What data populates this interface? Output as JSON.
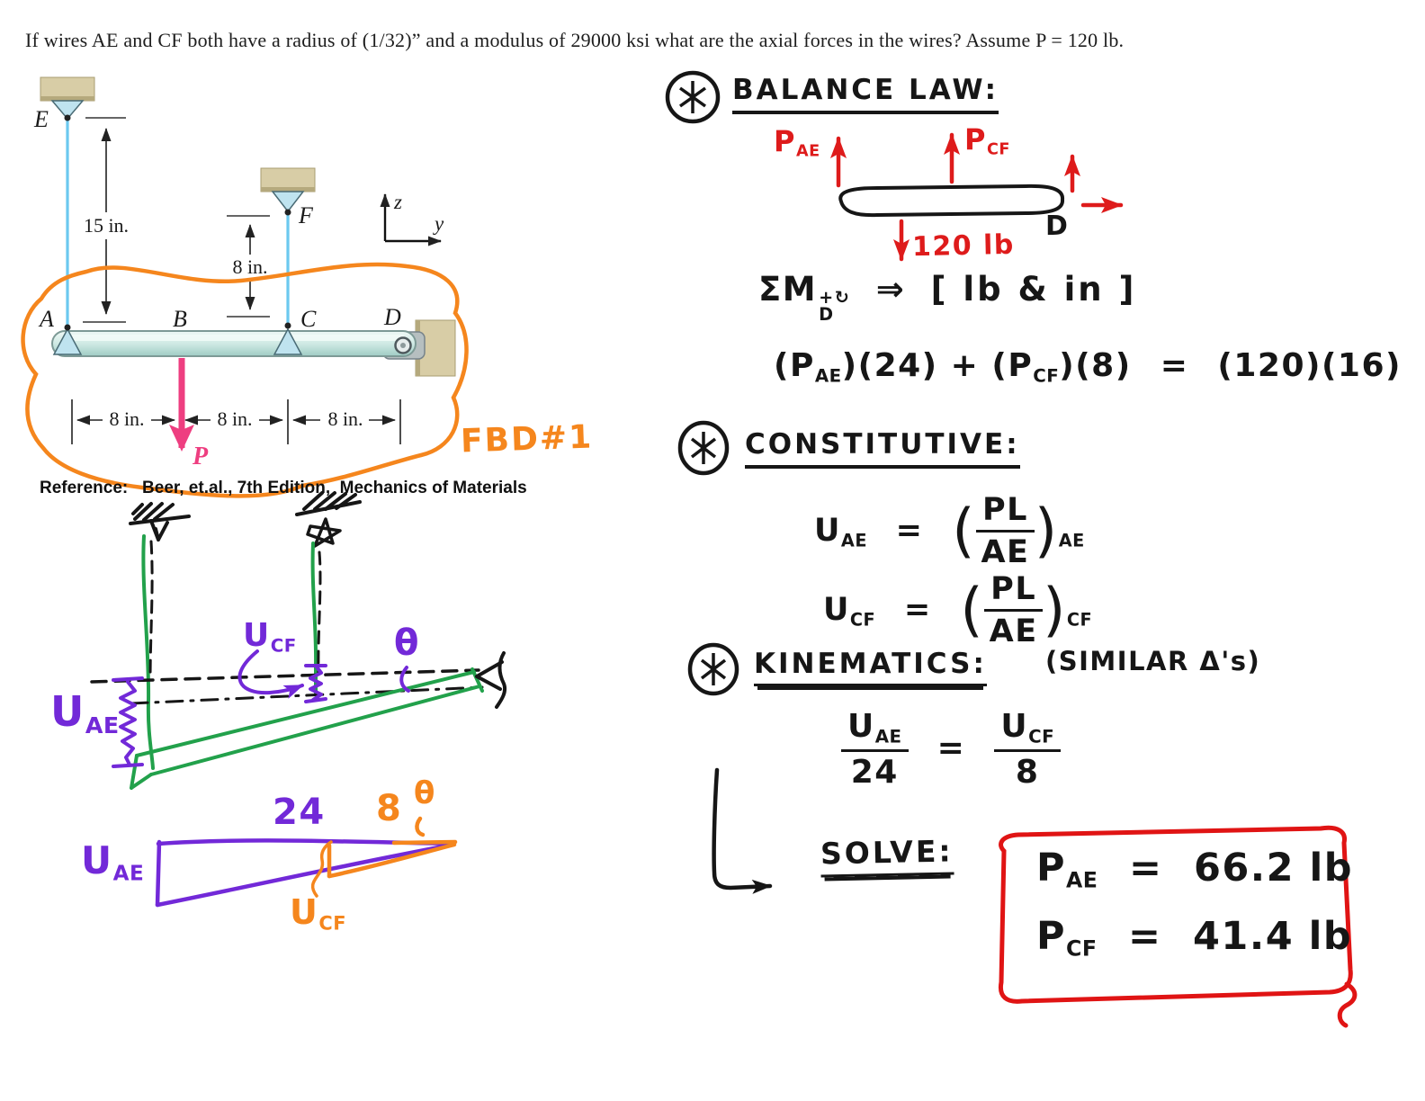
{
  "problem_statement": "If wires AE and CF both have a radius of (1/32)” and a modulus of 29000 ksi what are the axial forces in the wires?  Assume P = 120 lb.",
  "figure": {
    "label_e": "E",
    "label_f": "F",
    "label_a": "A",
    "label_b": "B",
    "label_c": "C",
    "label_d": "D",
    "axis_z": "z",
    "axis_y": "y",
    "dim_ea": "15 in.",
    "dim_fc": "8 in.",
    "dim_segments": [
      "8 in.",
      "8 in.",
      "8 in."
    ],
    "load_label": "P",
    "fbd_tag": "FBD#1",
    "reference": "Reference:   Beer, et.al., 7th Edition,  Mechanics of Materials"
  },
  "deformation_sketch": {
    "u_ae": {
      "base": "U",
      "sub": "AE"
    },
    "u_cf": {
      "base": "U",
      "sub": "CF"
    },
    "theta": "θ"
  },
  "similar_triangles": {
    "base_long": "24",
    "base_short": "8",
    "theta": "θ",
    "u_ae": {
      "base": "U",
      "sub": "AE"
    },
    "u_cf": {
      "base": "U",
      "sub": "CF"
    }
  },
  "solution": {
    "step1": {
      "heading": "BALANCE LAW:",
      "fbd": {
        "p_ae": {
          "base": "P",
          "sub": "AE"
        },
        "p_cf": {
          "base": "P",
          "sub": "CF"
        },
        "load": "120 lb",
        "point_d": "D"
      },
      "moment_sum": {
        "base": "ΣM",
        "sup": "+↻",
        "sub": "D",
        "arrow": "⇒",
        "units": "[ lb & in ]"
      },
      "equation": {
        "t1": "(P",
        "s1": "AE",
        "t2": ")(24) + (P",
        "s2": "CF",
        "t3": ")(8)",
        "eq": "=",
        "rhs": "(120)(16)"
      }
    },
    "step2": {
      "heading": "CONSTITUTIVE:",
      "eq_ae": {
        "lhs": "U",
        "lhs_sub": "AE",
        "eq": "=",
        "num": "PL",
        "den": "AE",
        "sub": "AE"
      },
      "eq_cf": {
        "lhs": "U",
        "lhs_sub": "CF",
        "eq": "=",
        "num": "PL",
        "den": "AE",
        "sub": "CF"
      }
    },
    "step3": {
      "heading": "KINEMATICS:",
      "note": "(SIMILAR Δ's)",
      "ratio": {
        "lhs_num": "U",
        "lhs_num_sub": "AE",
        "lhs_den": "24",
        "eq": "=",
        "rhs_num": "U",
        "rhs_num_sub": "CF",
        "rhs_den": "8"
      }
    },
    "solve": {
      "label": "SOLVE:",
      "results": [
        {
          "base": "P",
          "sub": "AE",
          "eq": "=",
          "value": "66.2 lb"
        },
        {
          "base": "P",
          "sub": "CF",
          "eq": "=",
          "value": "41.4 lb"
        }
      ]
    }
  },
  "icons": {
    "step_marker": "⊛ circled-asterisk",
    "fixed_support": "hatched-ground-symbol",
    "pin_support": "pin-arrow-symbol"
  },
  "colors": {
    "orange": "#F5861D",
    "red": "#DE1B1B",
    "purple": "#7229D8",
    "green": "#22A14B",
    "pink": "#EE3E80",
    "wire_blue": "#6CC9EF",
    "support_tan": "#D8CDA6",
    "beam_teal": "#CFE9E4",
    "ink": "#161616"
  }
}
